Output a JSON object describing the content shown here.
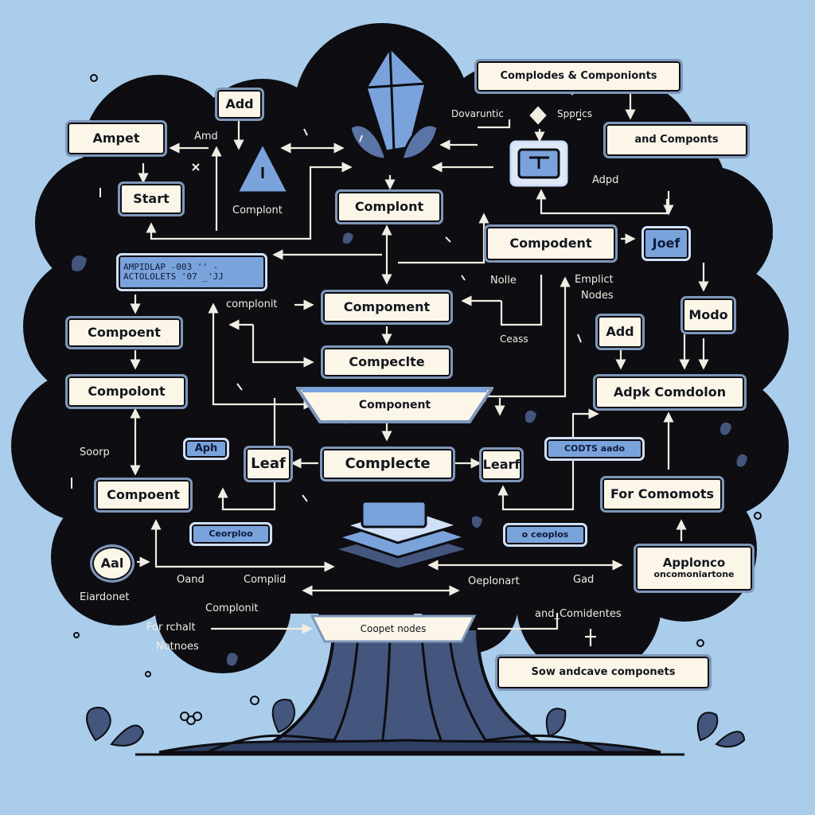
{
  "nodes": {
    "complodes_components": "Complodes & Componionts",
    "and_componts": "and Componts",
    "add_top": "Add",
    "ampet": "Ampet",
    "start": "Start",
    "complont_center": "Complont",
    "compodent_right": "Compodent",
    "leaf_right_top": "Joef",
    "modo": "Modo",
    "add_right": "Add",
    "adpk_comdolon": "Adpk Comdolon",
    "component_left_1": "Compoent",
    "compolont_left": "Compolont",
    "compoment_center": "Compoment",
    "compeclte": "Compeclte",
    "component_trapezoid": "Component",
    "leaf_left": "Leaf",
    "complecte": "Complecte",
    "leaf_right": "Learf",
    "component_left_2": "Compoent",
    "for_comomots": "For Comomots",
    "applonco_line1": "Applonco",
    "applonco_line2": "oncomoniartone",
    "add_circle": "Aal",
    "sow_components": "Sow andcave componets",
    "coopet_nodes": "Coopet nodes",
    "aph_tag": "Aph",
    "codes_tag": "CODTS aado",
    "ceorploo_tag": "Ceorploo",
    "ceoplos_tag": "o ceoplos",
    "mono_line1": "AMPIDLAP -003 '' -",
    "mono_line2": "ACTOLOLETS '07 _'JJ"
  },
  "labels": {
    "amd": "Amd",
    "complont_small": "Complont",
    "dovaruntic": "Dovaruntic",
    "spprics": "Spprics",
    "adpd": "Adpd",
    "nolle": "Nolle",
    "emplict": "Emplict",
    "nodes_label": "Nodes",
    "complonit": "complonit",
    "ceass": "Ceass",
    "soorp": "Soorp",
    "oand": "Oand",
    "complid": "Complid",
    "oeplonart": "Oeplonart",
    "gad": "Gad",
    "eiardonet": "Eiardonet",
    "complonit_2": "Complonit",
    "for_rchalt": "For rchalt",
    "notnoes": "Notnoes",
    "and_comidentes": "and_Comidentes"
  },
  "colors": {
    "sky": "#a9cdea",
    "canopy": "#0d0d12",
    "node_fill": "#fbf6e8",
    "node_border": "#7f97ba",
    "accent_blue": "#7aa3dc",
    "trunk": "#44567e"
  }
}
